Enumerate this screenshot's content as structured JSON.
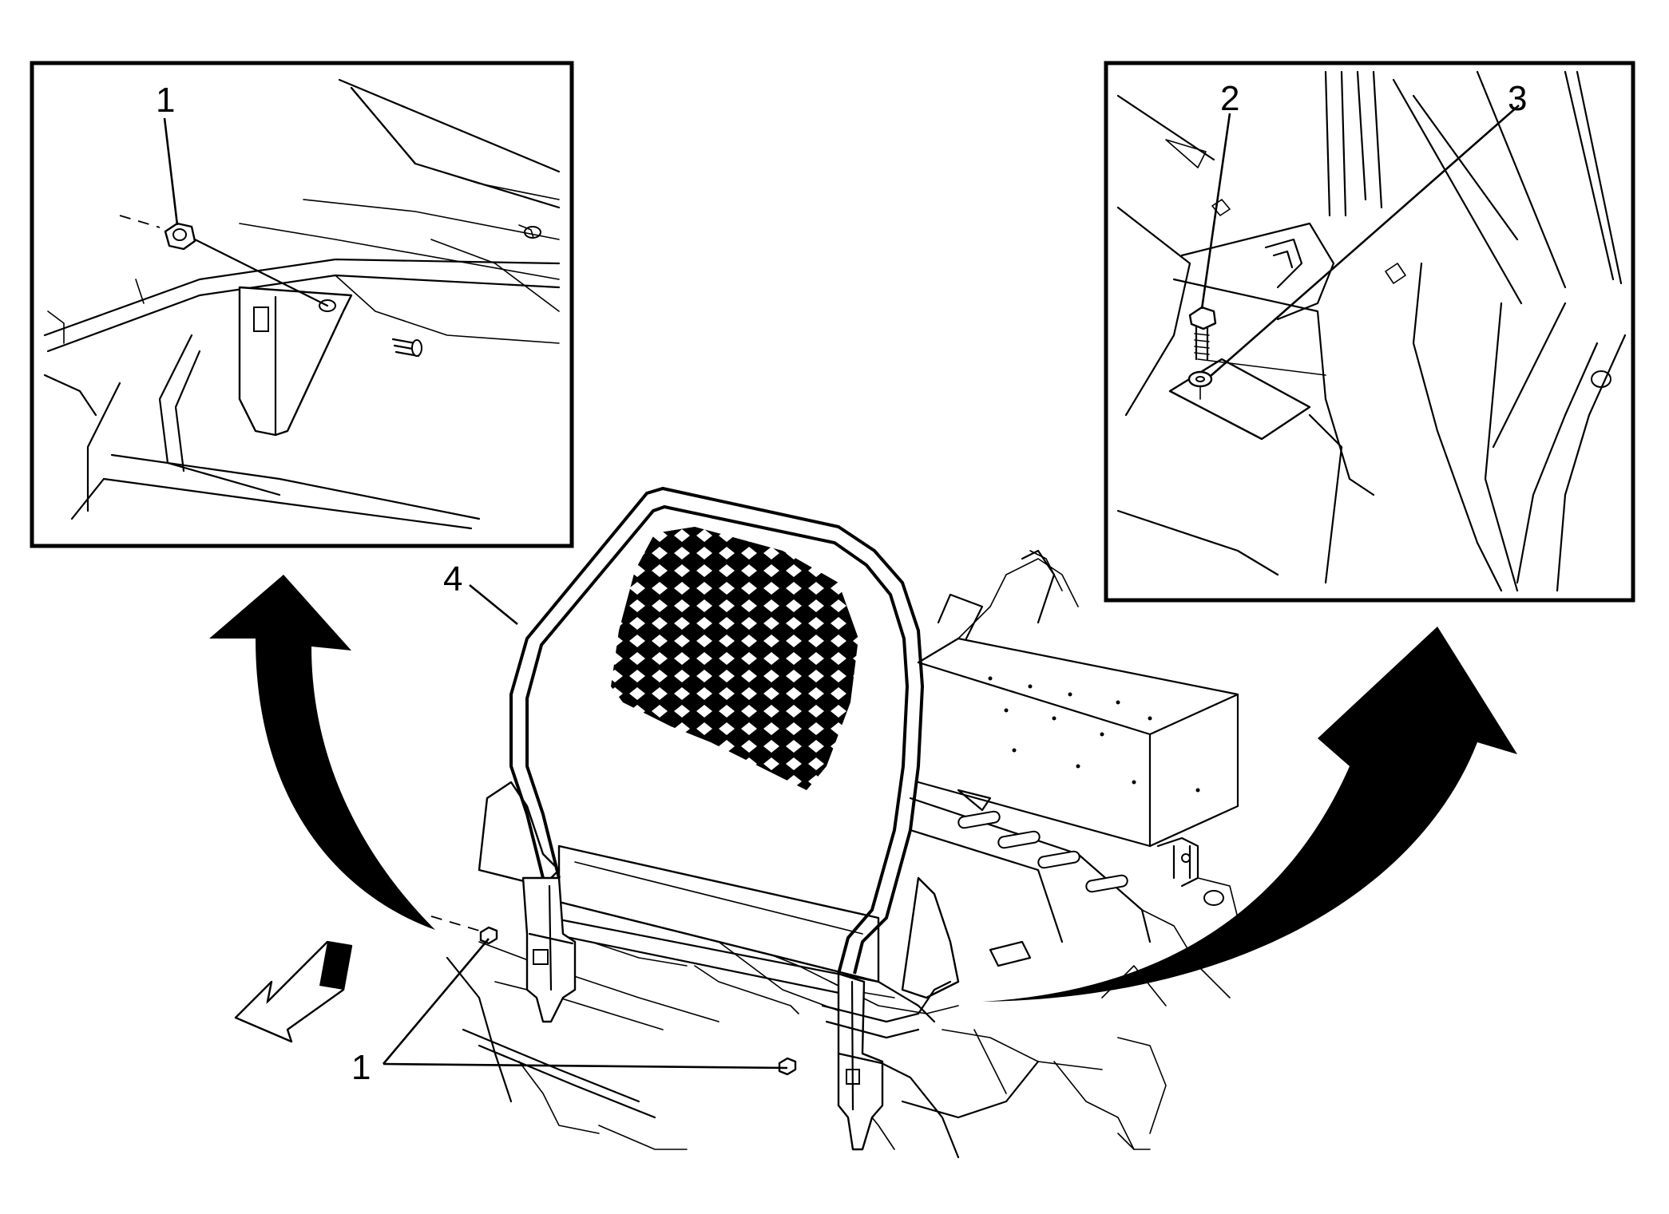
{
  "figure": {
    "callouts": {
      "left_inset_nut": "1",
      "right_inset_bolt": "2",
      "right_inset_washer": "3",
      "main_partition": "4",
      "main_nuts": "1"
    },
    "icons": {
      "front_direction": "front-direction-arrow-icon",
      "swing_left": "curved-arrow-left-icon",
      "swing_right": "curved-arrow-right-icon"
    }
  }
}
